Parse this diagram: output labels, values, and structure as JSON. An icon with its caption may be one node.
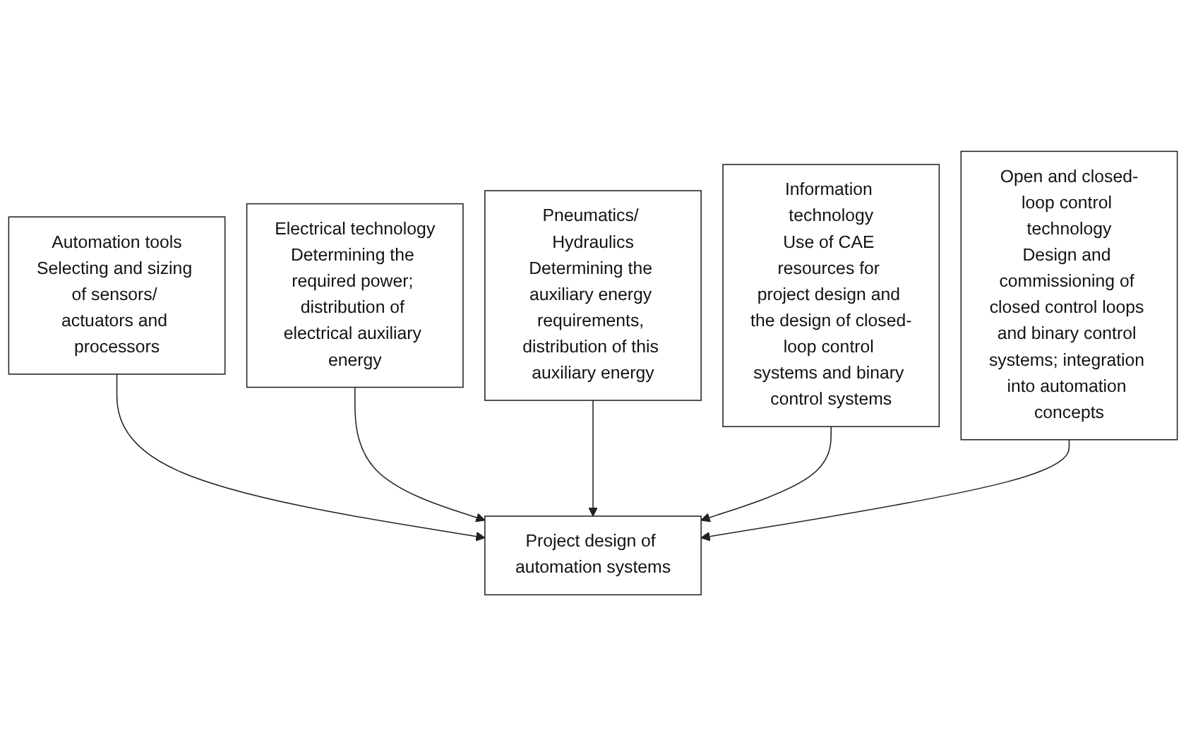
{
  "diagram": {
    "nodes": [
      {
        "text": [
          "Automation tools",
          "Selecting and sizing of sensors/ actuators and processors"
        ]
      },
      {
        "text": [
          "Electrical technology",
          "Determining the required power; distribution of electrical auxiliary energy"
        ]
      },
      {
        "text": [
          "Pneumatics/ Hydraulics",
          "Determining the auxiliary energy requirements, distribution of this auxiliary energy"
        ]
      },
      {
        "text": [
          "Information technology",
          "Use of CAE resources for project design and the design of closed-loop control systems and binary control systems"
        ]
      },
      {
        "text": [
          "Open and closed-loop control technology",
          "Design and commissioning of closed control loops and binary control systems; integration into automation concepts"
        ]
      },
      {
        "text": [
          "Project design of automation systems"
        ]
      }
    ],
    "edges": [
      {
        "from": 0,
        "to": 5,
        "arrow": "to"
      },
      {
        "from": 1,
        "to": 5,
        "arrow": "to"
      },
      {
        "from": 2,
        "to": 5,
        "arrow": "to"
      },
      {
        "from": 3,
        "to": 5,
        "arrow": "to"
      },
      {
        "from": 4,
        "to": 5,
        "arrow": "to"
      }
    ]
  }
}
